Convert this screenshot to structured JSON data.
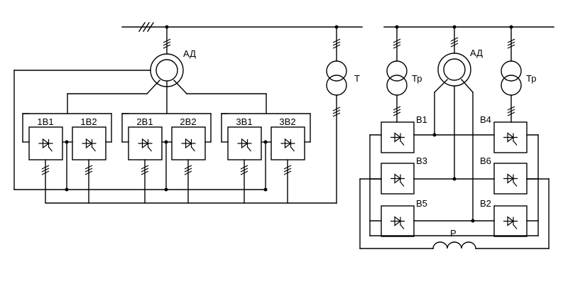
{
  "left": {
    "motor_label": "АД",
    "transformer_label": "Т",
    "valves": [
      "1В1",
      "1В2",
      "2В1",
      "2В2",
      "3В1",
      "3В2"
    ]
  },
  "right": {
    "motor_label": "АД",
    "transformer_left_label": "Тр",
    "transformer_right_label": "Тр",
    "valves": [
      "В1",
      "В4",
      "В3",
      "В6",
      "В5",
      "В2"
    ],
    "reactor_label": "Р"
  }
}
